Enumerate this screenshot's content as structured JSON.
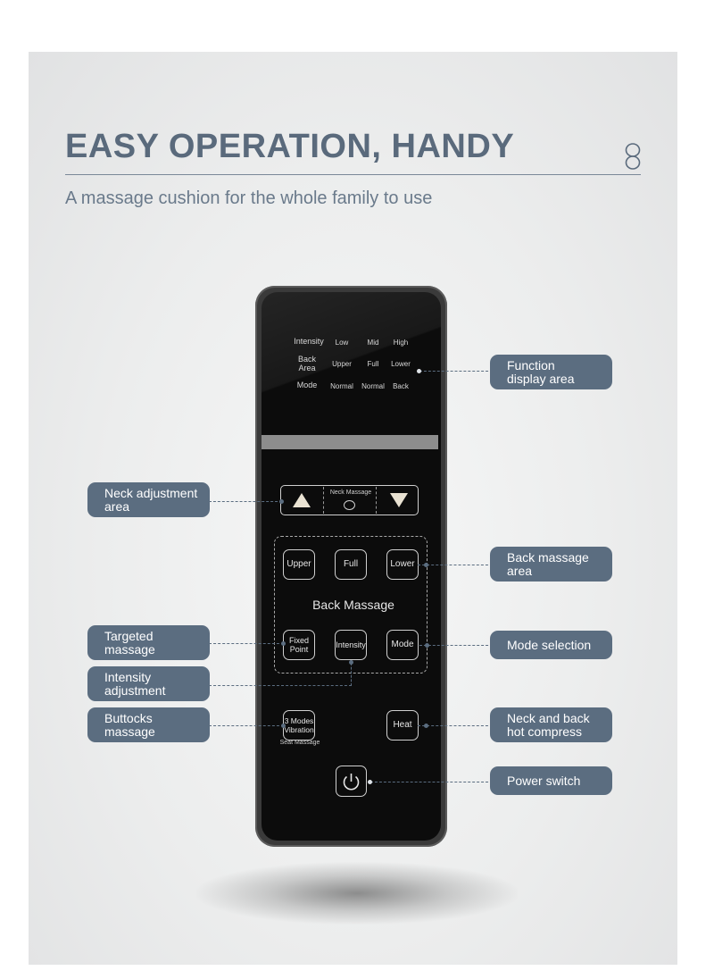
{
  "header": {
    "title": "EASY OPERATION, HANDY",
    "subtitle": "A massage cushion for the whole family to use",
    "logo_icon": "infinity-loop-icon"
  },
  "display": {
    "intensity_label": "Intensity",
    "intensity_values": [
      "Low",
      "Mid",
      "High"
    ],
    "back_area_label": "Back Area",
    "back_area_values": [
      "Upper",
      "Full",
      "Lower"
    ],
    "mode_label": "Mode",
    "mode_values": [
      "Normal",
      "Normal",
      "Back"
    ]
  },
  "remote": {
    "neck_massage_label": "Neck Massage",
    "back_massage_label": "Back Massage",
    "buttons": {
      "upper": "Upper",
      "full": "Full",
      "lower": "Lower",
      "fixed_point": "Fixed Point",
      "intensity": "Intensity",
      "mode": "Mode",
      "vibration": "3 Modes Vibration",
      "heat": "Heat"
    },
    "seat_massage_label": "Seat Massage",
    "icons": [
      "up-arrow-icon",
      "down-arrow-icon",
      "neck-icon",
      "power-icon"
    ]
  },
  "callouts": {
    "function_display": "Function display area",
    "neck_adjustment": "Neck adjustment area",
    "back_massage": "Back massage area",
    "targeted_massage": "Targeted massage",
    "mode_selection": "Mode selection",
    "intensity_adjustment": "Intensity adjustment",
    "buttocks_massage": "Buttocks massage",
    "neck_back_compress": "Neck and back hot compress",
    "power_switch": "Power switch"
  },
  "colors": {
    "title": "#5a6a7c",
    "callout_bg": "#5b6d80",
    "remote_body": "#0c0c0c"
  }
}
